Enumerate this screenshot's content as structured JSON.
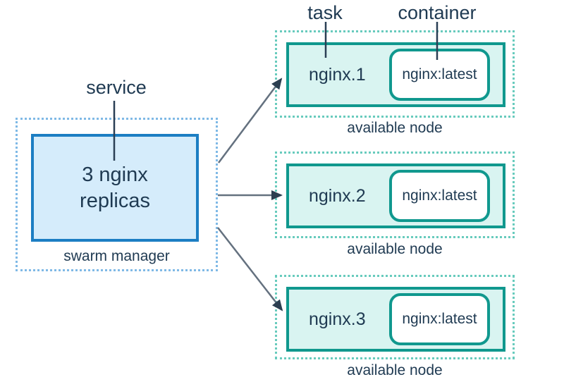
{
  "labels": {
    "service": "service",
    "task": "task",
    "container": "container"
  },
  "manager": {
    "service_text": "3 nginx replicas",
    "caption": "swarm manager"
  },
  "nodes": [
    {
      "task": "nginx.1",
      "container": "nginx:latest",
      "caption": "available node"
    },
    {
      "task": "nginx.2",
      "container": "nginx:latest",
      "caption": "available node"
    },
    {
      "task": "nginx.3",
      "container": "nginx:latest",
      "caption": "available node"
    }
  ],
  "colors": {
    "blue_border": "#1c7ec3",
    "blue_fill": "#d5ecfb",
    "blue_dotted": "#7fb9e6",
    "teal_border": "#10988e",
    "teal_fill": "#d9f4f1",
    "teal_dotted": "#68cbbd",
    "text": "#1f3a52",
    "arrow_shaft": "#64717f",
    "arrow_head": "#2c3e50"
  }
}
